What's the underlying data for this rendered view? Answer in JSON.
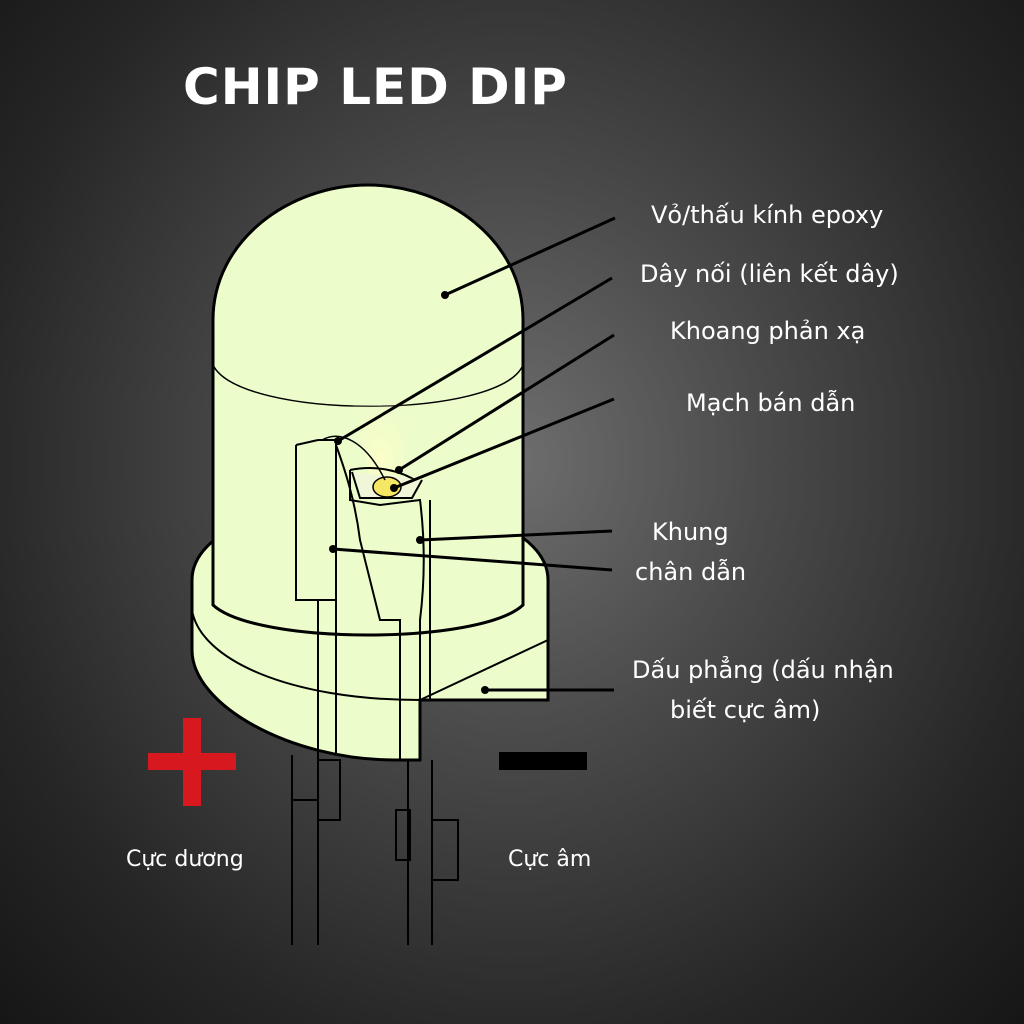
{
  "title": "CHIP LED DIP",
  "labels": {
    "epoxy": "Vỏ/thấu kính epoxy",
    "bond_wire": "Dây nối (liên kết dây)",
    "reflector": "Khoang phản xạ",
    "semiconductor": "Mạch bán dẫn",
    "lead_frame_line1": "Khung",
    "lead_frame_line2": "chân dẫn",
    "flat_spot_line1": "Dấu phẳng (dấu nhận",
    "flat_spot_line2": "biết cực âm)"
  },
  "terminals": {
    "anode": "Cực dương",
    "cathode": "Cực âm"
  },
  "colors": {
    "led_body": "#ecfccb",
    "chip_glow": "#f5e663",
    "outline": "#111111",
    "plus_sign": "#d7191f",
    "minus_sign": "#000000"
  }
}
